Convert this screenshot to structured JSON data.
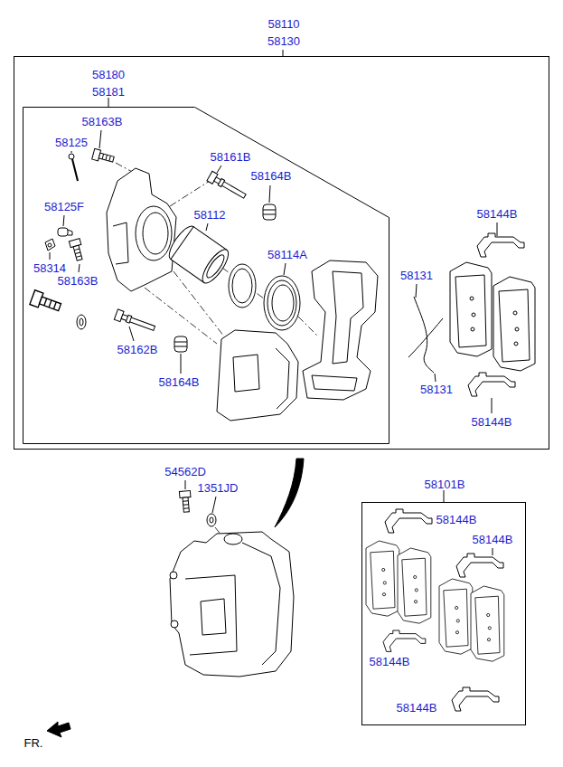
{
  "diagram": {
    "nodes": [
      {
        "text": [
          "58110",
          "58130"
        ]
      },
      {
        "text": [
          "58180",
          "58181"
        ],
        "in": 0
      },
      {
        "text": [
          "58101B"
        ]
      }
    ],
    "labels": [
      "58163B",
      "58125",
      "58161B",
      "58164B",
      "58112",
      "58125F",
      "58314",
      "58163B",
      "58114A",
      "58162B",
      "58164B",
      "58144B",
      "58131",
      "58131",
      "58144B",
      "54562D",
      "1351JD",
      "58144B",
      "58144B",
      "58144B",
      "58144B",
      "FR."
    ]
  }
}
